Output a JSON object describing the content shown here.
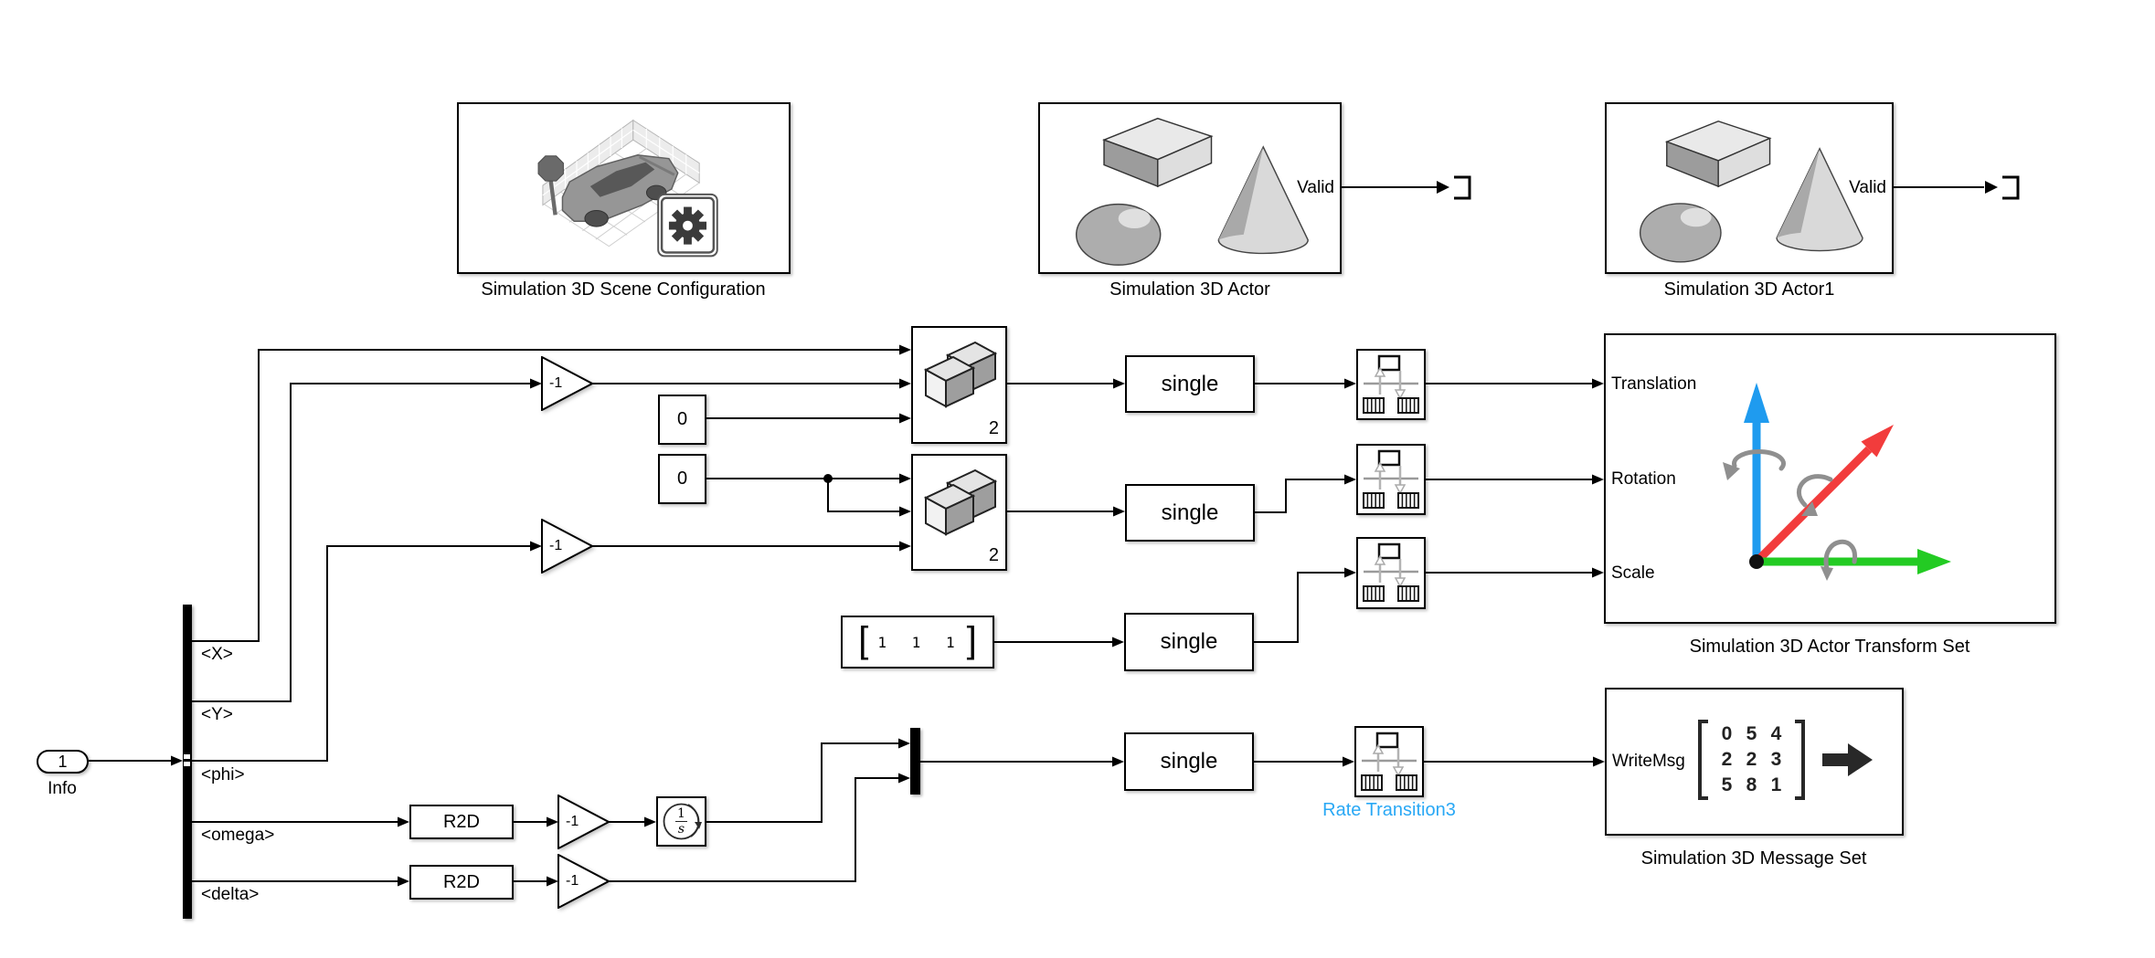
{
  "diagram": {
    "inport": {
      "number": "1",
      "name": "Info"
    },
    "bus": {
      "signals": [
        "<X>",
        "<Y>",
        "<phi>",
        "<omega>",
        "<delta>"
      ]
    },
    "gains": {
      "g1": "-1",
      "g2": "-1",
      "g3": "-1",
      "g4": "-1"
    },
    "constants": {
      "zero1": "0",
      "zero2": "0",
      "vector_open": "[",
      "vector_values": "1 1 1",
      "vector_close": "]"
    },
    "concat": {
      "c1_label": "2",
      "c2_label": "2"
    },
    "r2d": {
      "r1": "R2D",
      "r2": "R2D"
    },
    "integrator": {
      "num": "1",
      "den": "s"
    },
    "convert": {
      "c1": "single",
      "c2": "single",
      "c3": "single",
      "c4": "single"
    },
    "rate_transition3_label": "Rate Transition3",
    "scene_config": {
      "caption": "Simulation 3D Scene Configuration"
    },
    "actor": {
      "caption": "Simulation 3D Actor",
      "valid": "Valid"
    },
    "actor1": {
      "caption": "Simulation 3D Actor1",
      "valid": "Valid"
    },
    "transform_set": {
      "caption": "Simulation 3D Actor Transform Set",
      "ports": [
        "Translation",
        "Rotation",
        "Scale"
      ]
    },
    "message_set": {
      "caption": "Simulation 3D Message Set",
      "port": "WriteMsg",
      "matrix": [
        [
          "0",
          "5",
          "4"
        ],
        [
          "2",
          "2",
          "3"
        ],
        [
          "5",
          "8",
          "1"
        ]
      ]
    },
    "colors": {
      "axis_red": "#F23C3C",
      "axis_green": "#23CB23",
      "axis_blue": "#1F9BEF",
      "rotation_arc_gray": "#8F8F8F",
      "rate_label_blue": "#29A8F5"
    }
  }
}
